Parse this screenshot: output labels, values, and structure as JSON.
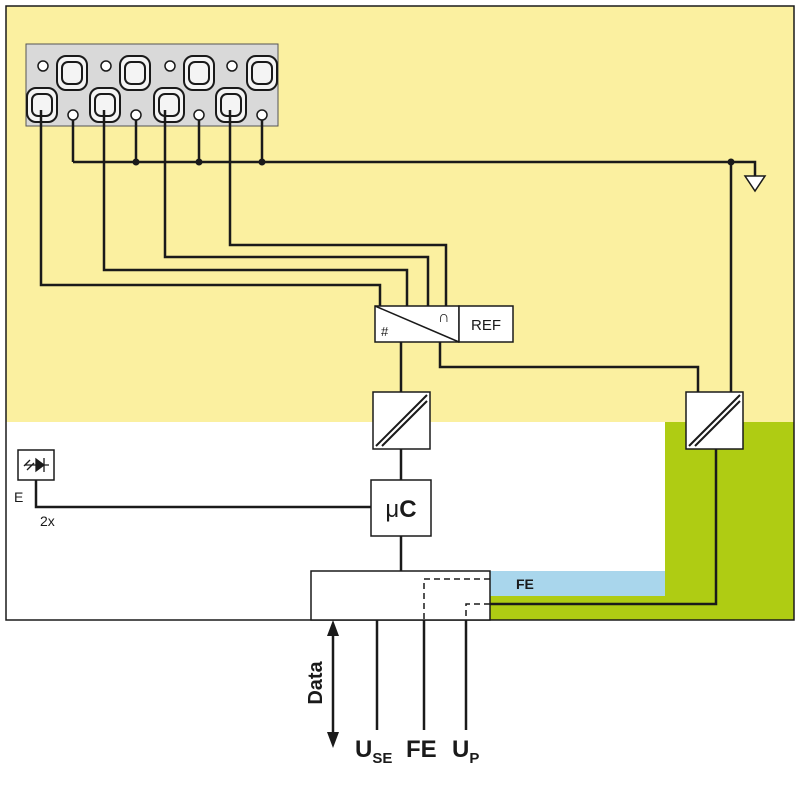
{
  "labels": {
    "adc_hash": "#",
    "adc_cap": "∩",
    "ref": "REF",
    "uc_mu": "μ",
    "uc_c": "C",
    "led_e": "E",
    "led_count": "2x",
    "fe_band": "FE",
    "data": "Data",
    "use_main": "U",
    "use_sub": "SE",
    "fe_bottom": "FE",
    "up_main": "U",
    "up_sub": "P"
  },
  "colors": {
    "field_zone": "#fbf0a0",
    "supply_zone": "#afcc13",
    "fe_zone": "#a9d6ec",
    "terminal_block": "#d9d9d9",
    "line": "#1a1a1a"
  },
  "icons": {
    "led": "led-diode-icon",
    "ground": "ground-icon",
    "isolator": "galvanic-isolator-icon"
  }
}
